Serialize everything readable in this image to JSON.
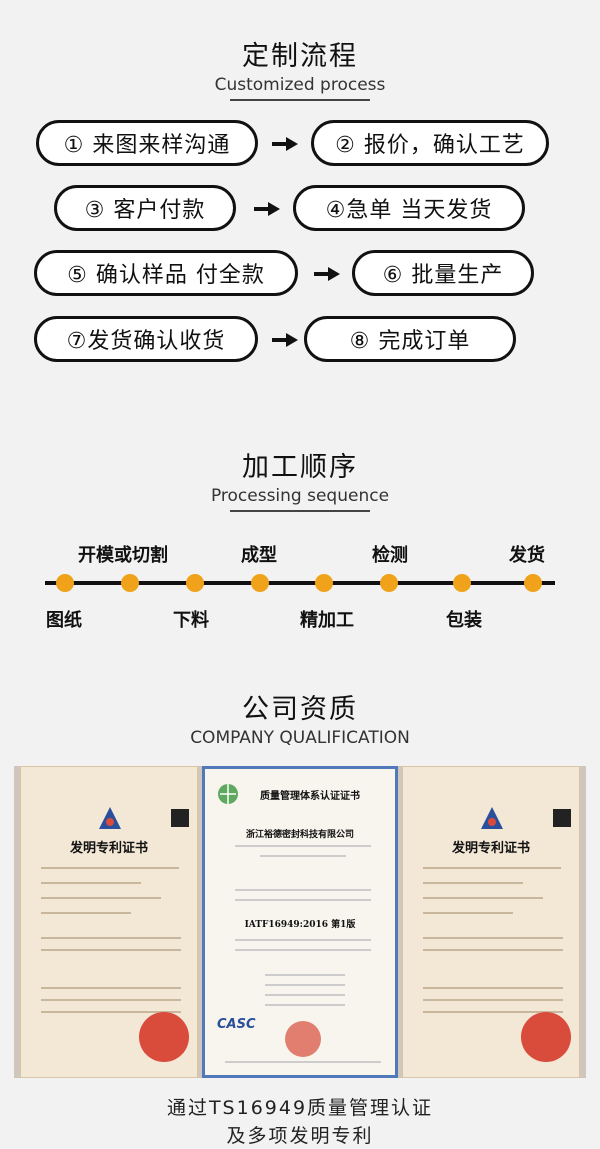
{
  "section1": {
    "title_zh": "定制流程",
    "title_en": "Customized process"
  },
  "steps": [
    "① 来图来样沟通",
    "② 报价，确认工艺",
    "③ 客户付款",
    "④急单 当天发货",
    "⑤ 确认样品 付全款",
    "⑥ 批量生产",
    "⑦发货确认收货",
    "⑧ 完成订单"
  ],
  "section2": {
    "title_zh": "加工顺序",
    "title_en": "Processing sequence"
  },
  "timeline": {
    "top_labels": [
      "开模或切割",
      "成型",
      "检测",
      "发货"
    ],
    "bottom_labels": [
      "图纸",
      "下料",
      "精加工",
      "包装"
    ]
  },
  "section3": {
    "title_zh": "公司资质",
    "title_en": "COMPANY QUALIFICATION"
  },
  "certs": {
    "patent_title": "发明专利证书",
    "quality_title": "质量管理体系认证证书",
    "company": "浙江裕德密封科技有限公司",
    "standard": "IATF16949:2016 第1版",
    "casc": "CASC"
  },
  "footer": {
    "line1": "通过TS16949质量管理认证",
    "line2": "及多项发明专利"
  },
  "colors": {
    "accent": "#f0a21b",
    "seal": "#d94b3b"
  }
}
